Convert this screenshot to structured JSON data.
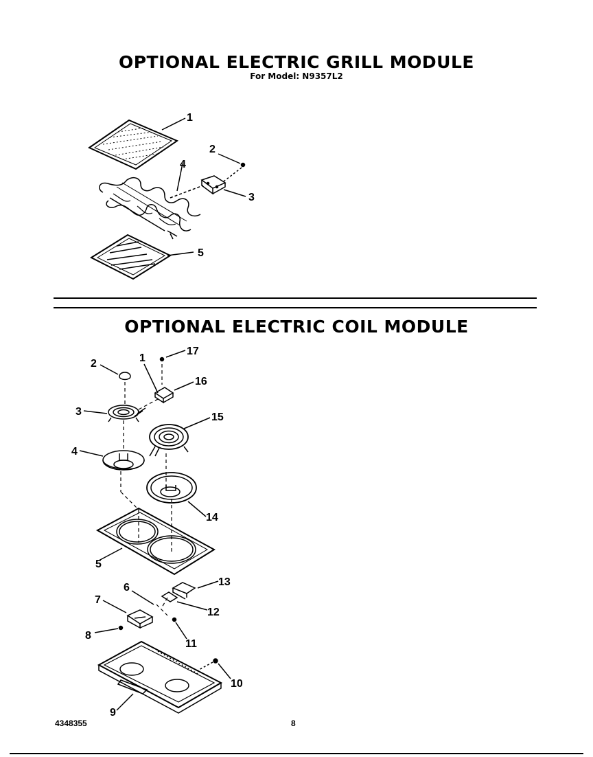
{
  "grill_module": {
    "title": "OPTIONAL ELECTRIC GRILL MODULE",
    "subtitle": "For Model: N9357L2",
    "callouts": [
      "1",
      "2",
      "3",
      "4",
      "5"
    ]
  },
  "coil_module": {
    "title": "OPTIONAL ELECTRIC COIL MODULE",
    "callouts": [
      "1",
      "2",
      "3",
      "4",
      "5",
      "6",
      "7",
      "8",
      "9",
      "10",
      "11",
      "12",
      "13",
      "14",
      "15",
      "16",
      "17"
    ]
  },
  "footer": {
    "doc_number": "4348355",
    "page_number": "8"
  }
}
